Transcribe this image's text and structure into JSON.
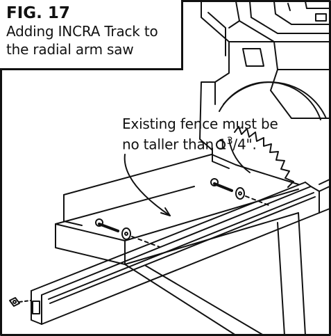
{
  "figure": {
    "number": "FIG. 17",
    "caption_line1": "Adding INCRA Track to",
    "caption_line2": "the radial arm saw"
  },
  "annotation": {
    "line1": "Existing fence must be",
    "line2_prefix": "no taller than 1",
    "line2_fraction_num": "3",
    "line2_fraction_rest": "/4\"."
  },
  "colors": {
    "ink": "#111111",
    "paper": "#ffffff"
  }
}
